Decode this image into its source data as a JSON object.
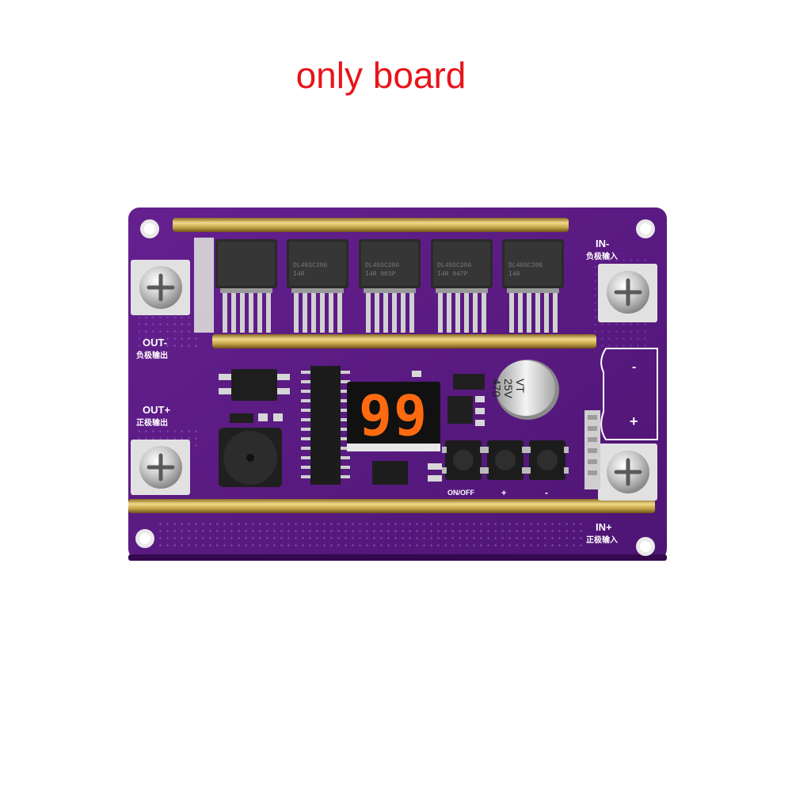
{
  "caption": "only board",
  "display": {
    "digits": "99"
  },
  "labels": {
    "out_neg": "OUT-",
    "out_neg_cn": "负极输出",
    "out_pos": "OUT+",
    "out_pos_cn": "正极输出",
    "in_neg": "IN-",
    "in_neg_cn": "负极输入",
    "in_pos": "IN+",
    "in_pos_cn": "正极输入",
    "btn_onoff": "ON/OFF",
    "btn_plus": "+",
    "btn_minus": "-",
    "term_minus": "-",
    "term_plus": "+"
  },
  "capacitor": {
    "line1": "VT",
    "line2": "25V",
    "line3": "470"
  },
  "mosfets": [
    {
      "line1": "",
      "line2": ""
    },
    {
      "line1": "DL40SC206",
      "line2": "I4R"
    },
    {
      "line1": "DL40SC206",
      "line2": "I4R  903P"
    },
    {
      "line1": "DL40SC206",
      "line2": "I4R  947P"
    },
    {
      "line1": "DL40SC206",
      "line2": "I4R"
    }
  ],
  "colors": {
    "board": "#5b1a85",
    "board_dark": "#3f0f60",
    "brass": "#c9a94a",
    "display_red": "#ff6a10",
    "caption": "#e8141b"
  }
}
